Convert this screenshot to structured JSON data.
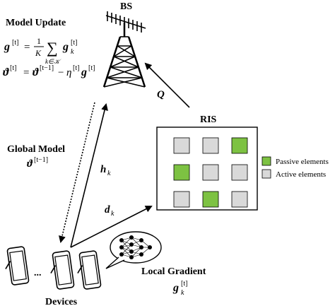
{
  "labels": {
    "bs": "BS",
    "model_update": "Model Update",
    "eq1_lhs": "g",
    "eq1_sup": "[t]",
    "eq1_frac_num": "1",
    "eq1_frac_den": "K",
    "eq1_sum_sub": "k∈𝒦",
    "eq1_term": "g",
    "eq1_term_sup": "[t]",
    "eq1_term_sub": "k",
    "eq2_lhs": "ϑ",
    "eq2_lhs_sup": "[t]",
    "eq2_rhs1": "ϑ",
    "eq2_rhs1_sup": "[t−1]",
    "eq2_minus": "−",
    "eq2_eta": "η",
    "eq2_eta_sup": "[t]",
    "eq2_g": "g",
    "eq2_g_sup": "[t]",
    "q_label": "Q",
    "ris": "RIS",
    "global_model": "Global Model",
    "gm_symbol": "ϑ",
    "gm_sup": "[t−1]",
    "hk": "h",
    "hk_sub": "k",
    "dk": "d",
    "dk_sub": "k",
    "passive_elements": "Passive elements",
    "active_elements": "Active elements",
    "local_gradient": "Local Gradient",
    "lg_symbol": "g",
    "lg_sup": "[t]",
    "lg_sub": "k",
    "devices": "Devices",
    "ellipsis": "..."
  },
  "ris_grid": [
    [
      "active",
      "active",
      "passive"
    ],
    [
      "passive",
      "active",
      "active"
    ],
    [
      "active",
      "passive",
      "active"
    ]
  ],
  "colors": {
    "passive": "#7dc242",
    "active": "#d9d9d9",
    "stroke": "#000000"
  }
}
